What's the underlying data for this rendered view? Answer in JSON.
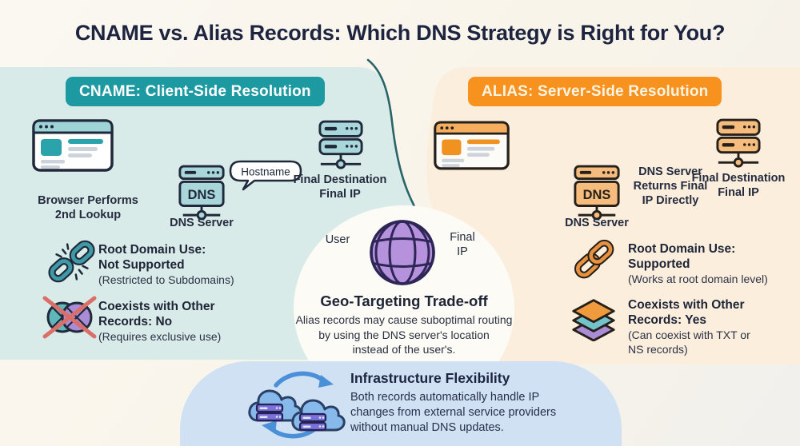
{
  "title": "CNAME vs. Alias Records: Which DNS Strategy is Right for You?",
  "colors": {
    "teal_badge": "#1d99a1",
    "teal_panel": "#d9ebe8",
    "orange_badge": "#f6921d",
    "orange_panel": "#fbeedd",
    "bottom_panel": "#cfe1f3",
    "title_text": "#1d2440",
    "globe_purple": "#b692dc",
    "red_cross": "#da6f6a",
    "cloud_blue": "#87baeb"
  },
  "cname_panel": {
    "header": "CNAME: Client-Side Resolution",
    "browser_caption": [
      "Browser Performs",
      "2nd Lookup"
    ],
    "dns_box_label": "DNS",
    "dns_caption": "DNS Server",
    "hostname_bubble": "Hostname",
    "server_caption": [
      "Final Destination",
      "Final IP"
    ],
    "root_domain_title": "Root Domain Use:",
    "root_domain_value": "Not Supported",
    "root_domain_note": "(Restricted to Subdomains)",
    "coexists_title": [
      "Coexists with Other",
      "Records: No"
    ],
    "coexists_note": "(Requires exclusive use)"
  },
  "alias_panel": {
    "header": "ALIAS: Server-Side Resolution",
    "dns_box_label": "DNS",
    "dns_caption": "DNS Server",
    "dns_returns_caption": [
      "DNS Server",
      "Returns Final",
      "IP Directly"
    ],
    "server_caption": [
      "Final Destination",
      "Final IP"
    ],
    "root_domain_title": "Root Domain Use:",
    "root_domain_value": "Supported",
    "root_domain_note": "(Works at root domain level)",
    "coexists_title": [
      "Coexists with Other",
      "Records: Yes"
    ],
    "coexists_note": [
      "(Can coexist with TXT or",
      "NS records)"
    ]
  },
  "center": {
    "user_label": "User",
    "final_ip_label": [
      "Final",
      "IP"
    ],
    "heading": "Geo-Targeting Trade-off",
    "body": [
      "Alias records may cause suboptimal routing",
      "by using the DNS server's location",
      "instead of the user's."
    ]
  },
  "bottom": {
    "heading": "Infrastructure Flexibility",
    "body": [
      "Both records automatically handle IP",
      "changes from external service providers",
      "without manual DNS updates."
    ]
  },
  "icons": {
    "cname_browser": "browser-window-icon",
    "cname_dns": "dns-server-icon",
    "cname_final": "server-stack-icon",
    "cname_root": "broken-link-icon",
    "cname_coexist": "overlapping-circles-crossed-icon",
    "alias_browser": "browser-window-icon",
    "alias_dns": "dns-server-icon",
    "alias_final": "server-stack-icon",
    "alias_root": "link-icon",
    "alias_coexist": "stacked-layers-icon",
    "center_globe": "globe-icon",
    "bottom_clouds": "cloud-sync-icon",
    "hostname": "speech-bubble-icon"
  }
}
